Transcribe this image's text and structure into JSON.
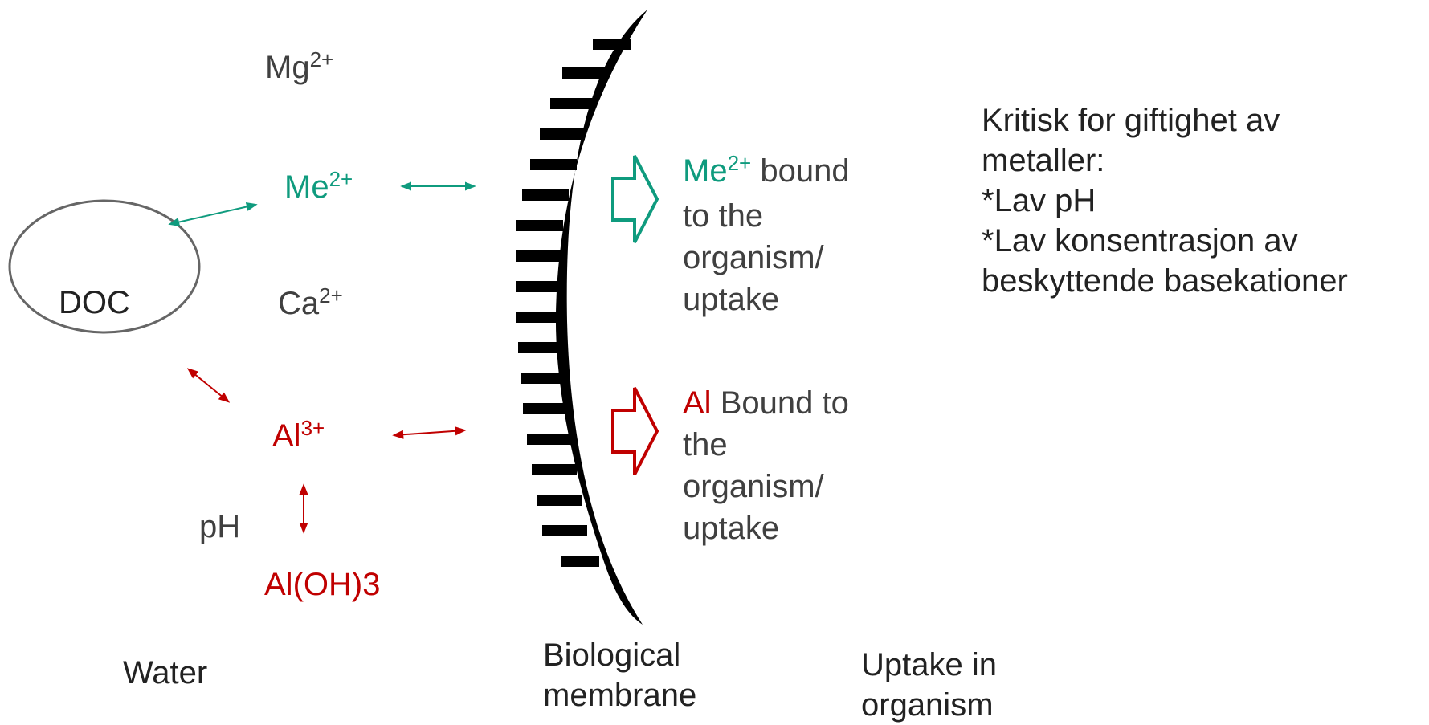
{
  "colors": {
    "teal": "#0f9b7e",
    "red": "#c00000",
    "text": "#404040",
    "membrane": "#000000"
  },
  "species": {
    "mg": {
      "base": "Mg",
      "charge": "2+"
    },
    "me": {
      "base": "Me",
      "charge": "2+"
    },
    "ca": {
      "base": "Ca",
      "charge": "2+"
    },
    "al": {
      "base": "Al",
      "charge": "3+"
    },
    "doc": "DOC",
    "ph": "pH",
    "aloh": "Al(OH)3"
  },
  "bound": {
    "me": {
      "prefix": "Me",
      "charge": "2+",
      "line1_rest": " bound",
      "line2": "to the",
      "line3": "organism/",
      "line4": "uptake"
    },
    "al": {
      "prefix": "Al",
      "line1_rest": " Bound to",
      "line2": "the",
      "line3": "organism/",
      "line4": "uptake"
    }
  },
  "note": {
    "line1": "Kritisk for giftighet av",
    "line2": "metaller:",
    "line3": "*Lav pH",
    "line4": "*Lav konsentrasjon av",
    "line5": "beskyttende basekationer"
  },
  "zones": {
    "water": "Water",
    "membrane_line1": "Biological",
    "membrane_line2": "membrane",
    "uptake_line1": "Uptake in",
    "uptake_line2": "organism"
  },
  "icons": [
    "double-arrow-icon",
    "block-arrow-icon"
  ]
}
